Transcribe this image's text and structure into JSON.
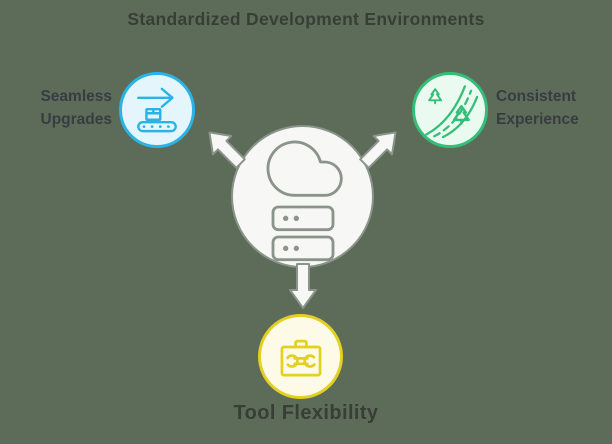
{
  "title": "Standardized Development Environments",
  "nodes": {
    "center": {
      "icon": "cloud-servers-icon"
    },
    "left": {
      "label_line1": "Seamless",
      "label_line2": "Upgrades",
      "icon": "conveyor-belt-icon"
    },
    "right": {
      "label_line1": "Consistent",
      "label_line2": "Experience",
      "icon": "road-trees-icon"
    },
    "bottom": {
      "label": "Tool Flexibility",
      "icon": "toolbox-wrench-icon"
    }
  },
  "colors": {
    "background": "#5d6c59",
    "title_text": "#383e36",
    "label_text": "#363d42",
    "blue_accent": "#2bb3e6",
    "blue_fill": "#e4f6fc",
    "green_accent": "#33bf77",
    "green_fill": "#eafaf1",
    "yellow_accent": "#e3d01f",
    "yellow_fill": "#fdfbe7",
    "gray_accent": "#8b948b",
    "white_fill": "#f7f8f5"
  }
}
